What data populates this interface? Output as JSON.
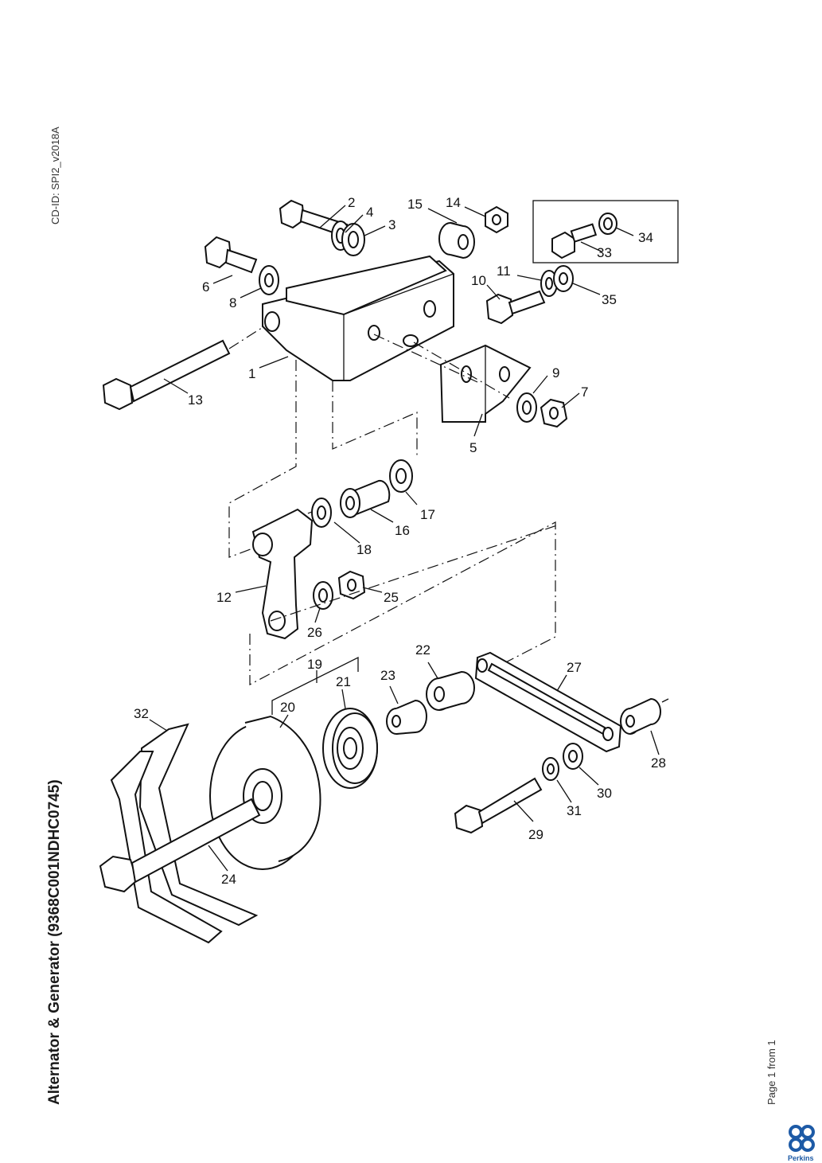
{
  "header": {
    "cd_id": "CD-ID: SPI2_v2018A",
    "title": "Alternator & Generator (9368C001NDHC0745)"
  },
  "footer": {
    "page_info": "Page 1 from 1",
    "brand": "Perkins"
  },
  "colors": {
    "brand": "#1d5aa6",
    "ink": "#111111"
  },
  "callouts": [
    "1",
    "2",
    "3",
    "4",
    "5",
    "6",
    "7",
    "8",
    "9",
    "10",
    "11",
    "12",
    "13",
    "14",
    "15",
    "16",
    "17",
    "18",
    "19",
    "20",
    "21",
    "22",
    "23",
    "24",
    "25",
    "26",
    "27",
    "28",
    "29",
    "30",
    "31",
    "32",
    "33",
    "34",
    "35"
  ]
}
